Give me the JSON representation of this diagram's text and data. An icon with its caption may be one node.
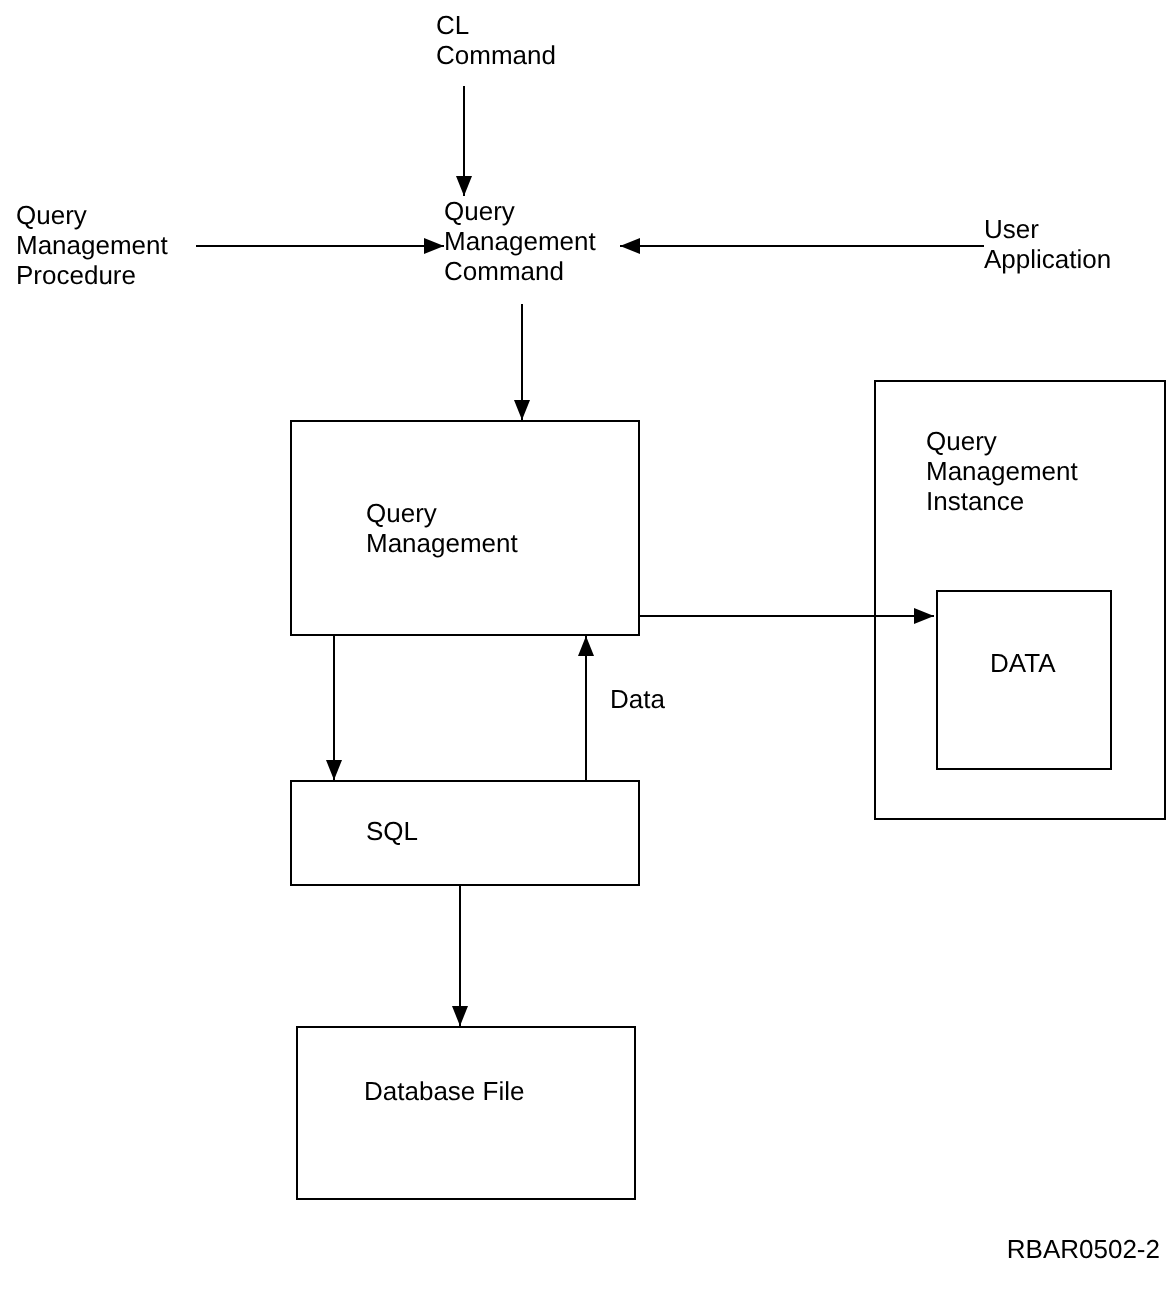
{
  "diagram": {
    "nodes": [
      {
        "text": [
          "CL Command"
        ]
      },
      {
        "text": [
          "Query Management Procedure"
        ]
      },
      {
        "text": [
          "Query Management Command"
        ]
      },
      {
        "text": [
          "User Application"
        ]
      },
      {
        "text": [
          "Query Management"
        ]
      },
      {
        "text": [
          "Query Management Instance"
        ]
      },
      {
        "text": [
          "DATA"
        ],
        "in": 5
      },
      {
        "text": [
          "SQL"
        ]
      },
      {
        "text": [
          "Database File"
        ]
      }
    ],
    "edges": [
      {
        "from": 0,
        "to": 2,
        "arrow": "to"
      },
      {
        "from": 1,
        "to": 2,
        "arrow": "to"
      },
      {
        "from": 3,
        "to": 2,
        "arrow": "to"
      },
      {
        "from": 2,
        "to": 4,
        "arrow": "to"
      },
      {
        "from": 4,
        "to": 6,
        "arrow": "to"
      },
      {
        "from": 4,
        "to": 7,
        "arrow": "to"
      },
      {
        "from": 7,
        "to": 4,
        "arrow": "to",
        "label": "Data"
      },
      {
        "from": 7,
        "to": 8,
        "arrow": "to"
      }
    ],
    "labels": [
      "RBAR0502-2"
    ]
  }
}
